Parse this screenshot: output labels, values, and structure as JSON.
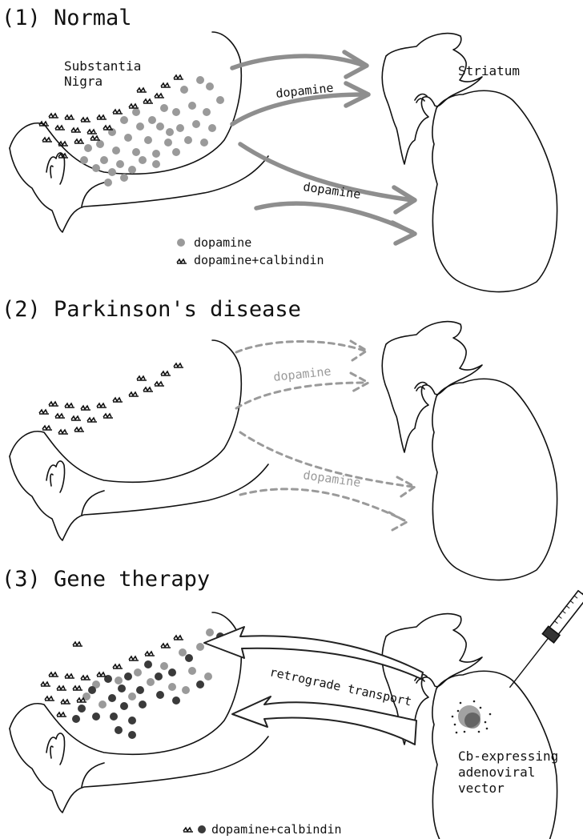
{
  "panel1": {
    "title": "(1) Normal",
    "region_label_line1": "Substantia",
    "region_label_line2": "Nigra",
    "target_label": "Striatum",
    "arrow_label_top": "dopamine",
    "arrow_label_bottom": "dopamine",
    "legend_circle": "dopamine",
    "legend_zigzag": "dopamine+calbindin"
  },
  "panel2": {
    "title": "(2) Parkinson's disease",
    "arrow_label_top": "dopamine",
    "arrow_label_bottom": "dopamine"
  },
  "panel3": {
    "title": "(3) Gene therapy",
    "transport_label": "retrograde transport",
    "vector_line1": "Cb-expressing",
    "vector_line2": "adenoviral",
    "vector_line3": "vector",
    "legend": "dopamine+calbindin"
  },
  "colors": {
    "dopamine_neuron": "#9a9a9a",
    "calbindin_neuron": "#3a3a3a",
    "arrow_normal": "#8e8e8e"
  }
}
